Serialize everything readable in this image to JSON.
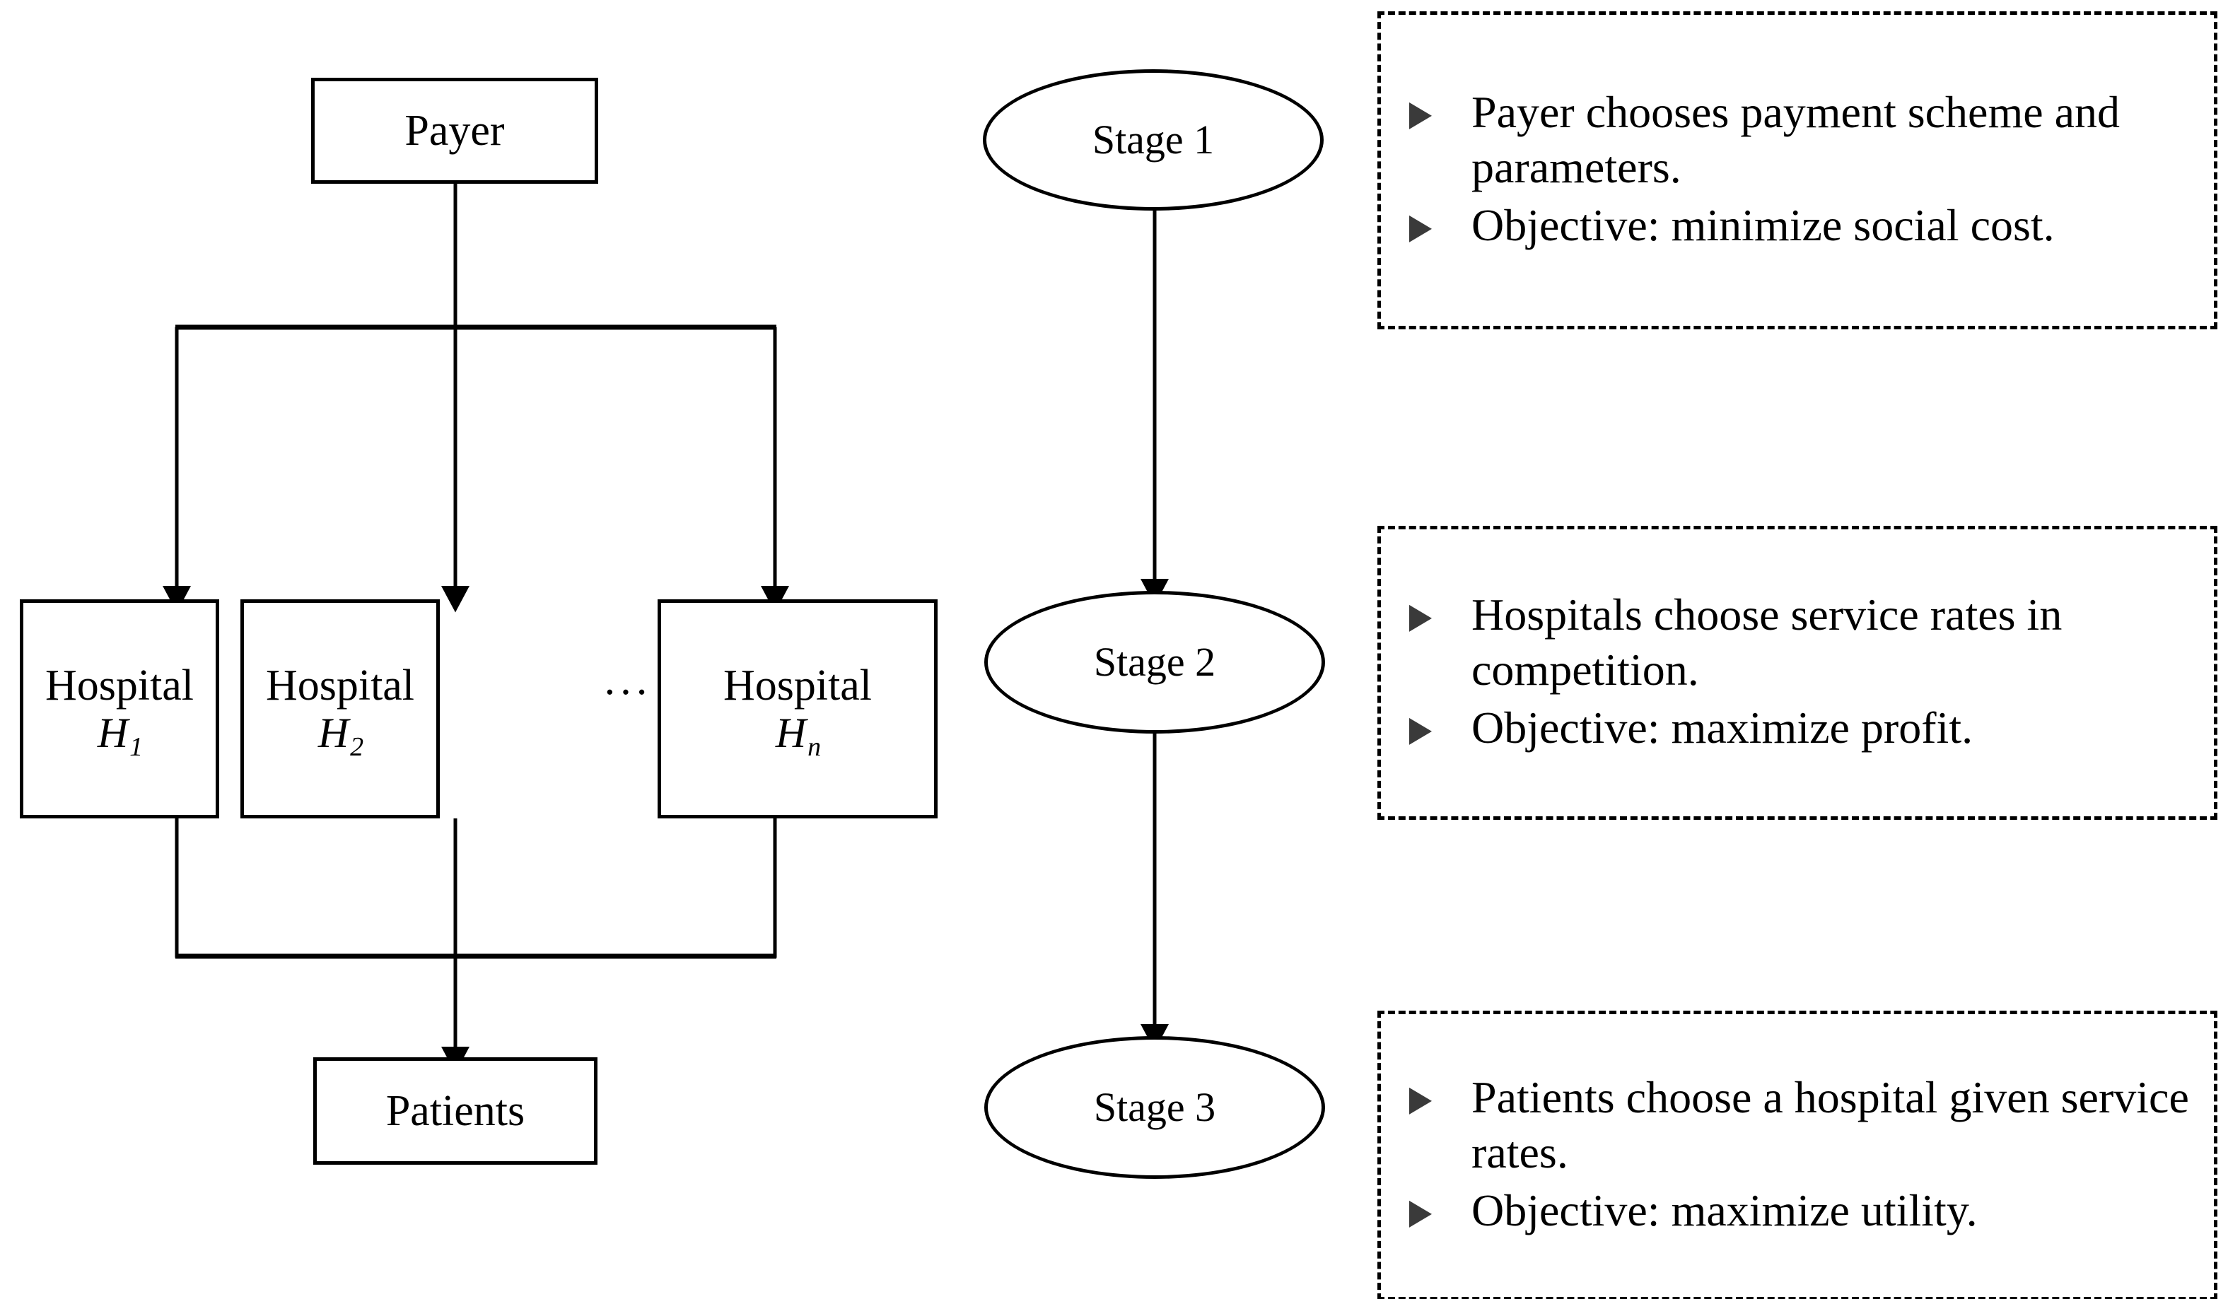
{
  "figure": {
    "kind": "three-stage-game-flow-diagram",
    "background": "#ffffff",
    "stroke_color": "#000000",
    "bullet_marker_color": "#3a3a3a"
  },
  "hierarchy": {
    "payer": {
      "label": "Payer"
    },
    "hospitals": [
      {
        "name": "Hospital",
        "subscript_base": "H",
        "subscript_index": "1"
      },
      {
        "name": "Hospital",
        "subscript_base": "H",
        "subscript_index": "2"
      },
      {
        "name": "Hospital",
        "subscript_base": "H",
        "subscript_index": "n"
      }
    ],
    "ellipsis": "···",
    "patients": {
      "label": "Patients"
    }
  },
  "stages": [
    {
      "id": "stage-1",
      "label": "Stage 1",
      "bullets": [
        "Payer chooses payment scheme and parameters.",
        "Objective: minimize social cost."
      ]
    },
    {
      "id": "stage-2",
      "label": "Stage 2",
      "bullets": [
        "Hospitals choose service rates in competition.",
        "Objective: maximize profit."
      ]
    },
    {
      "id": "stage-3",
      "label": "Stage 3",
      "bullets": [
        "Patients choose a hospital given service rates.",
        "Objective: maximize utility."
      ]
    }
  ]
}
